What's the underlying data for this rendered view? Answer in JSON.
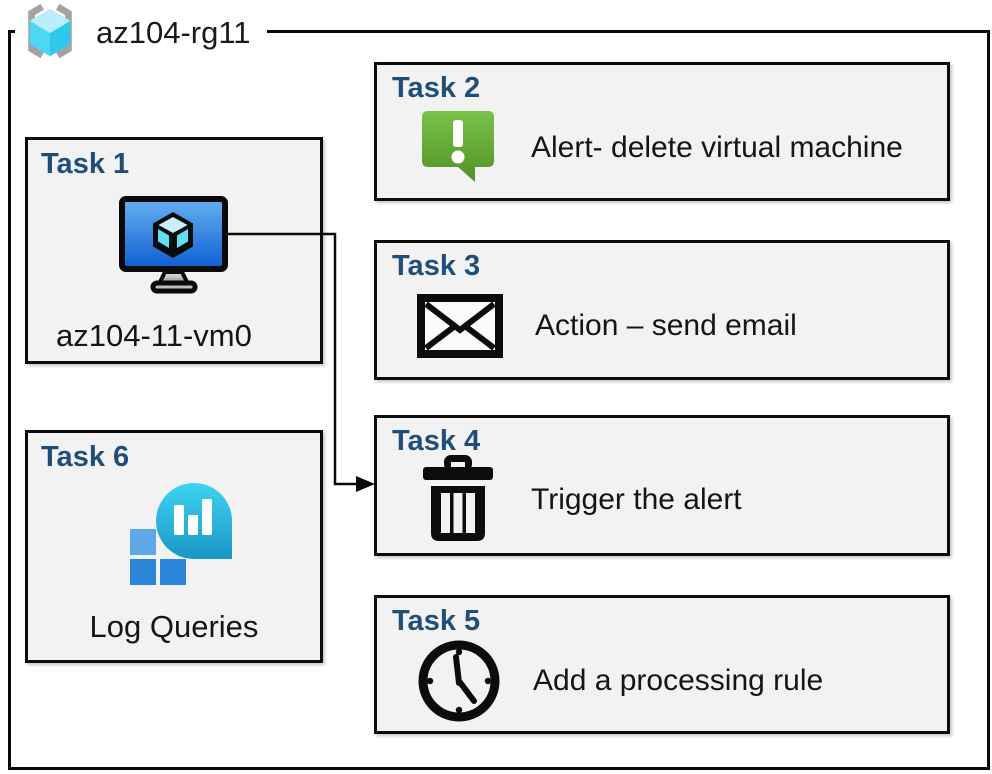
{
  "group": {
    "label": "az104-rg11",
    "icon": "resource-group-icon"
  },
  "tasks": [
    {
      "id": "task1",
      "title": "Task 1",
      "caption": "az104-11-vm0",
      "icon": "virtual-machine-icon"
    },
    {
      "id": "task2",
      "title": "Task 2",
      "caption": "Alert- delete virtual machine",
      "icon": "alert-message-icon"
    },
    {
      "id": "task3",
      "title": "Task 3",
      "caption": "Action – send email",
      "icon": "email-envelope-icon"
    },
    {
      "id": "task4",
      "title": "Task 4",
      "caption": "Trigger the alert",
      "icon": "trash-delete-icon"
    },
    {
      "id": "task5",
      "title": "Task 5",
      "caption": "Add a processing rule",
      "icon": "clock-icon"
    },
    {
      "id": "task6",
      "title": "Task 6",
      "caption": "Log Queries",
      "icon": "log-queries-icon"
    }
  ],
  "connections": [
    {
      "from": "task1",
      "to": "task4"
    }
  ],
  "colors": {
    "task_title_blue": "#1f4e79",
    "box_fill": "#f2f2f2",
    "box_border": "#0d0d0d",
    "alert_green_top": "#79c24a",
    "alert_green_bottom": "#549127",
    "screen_blue_top": "#66b1f1",
    "screen_blue_bottom": "#0e5ed2",
    "log_teal_top": "#3ed4f0",
    "log_teal_bottom": "#1b96c8",
    "log_square_light": "#5fa9e8",
    "log_square_dark": "#2b85d9",
    "rg_bracket_gray": "#a3a3a3",
    "rg_cube_top": "#b9eefb",
    "rg_cube_left": "#4dd7f3",
    "rg_cube_right": "#2fc8ec"
  }
}
